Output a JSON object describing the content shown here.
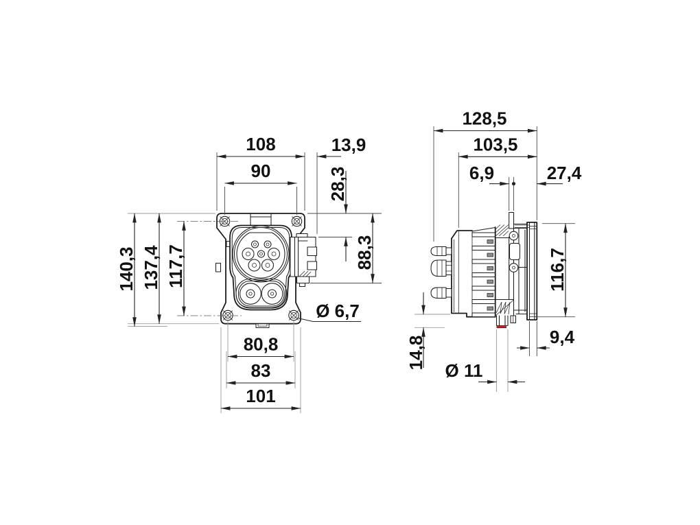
{
  "dims": {
    "front": {
      "width_top": "108",
      "lock_protrusion": "13,9",
      "hole_spacing_top": "90",
      "lock_top_offset": "28,3",
      "lock_bottom_offset": "88,3",
      "height_overall": "140,3",
      "height_flange": "137,4",
      "hole_spacing_vertical": "117,7",
      "hole_diameter": "Ø 6,7",
      "hole_spacing_bottom": "80,8",
      "width_lower": "83",
      "width_bottom": "101"
    },
    "side": {
      "depth_overall": "128,5",
      "depth_body": "103,5",
      "lock_pin_width": "6,9",
      "front_offset": "27,4",
      "body_height": "116,7",
      "flange_thickness": "9,4",
      "drain_diameter": "Ø 11",
      "drain_height": "14,8"
    }
  },
  "colors": {
    "line": "#1c1c1c",
    "dimension": "#222222",
    "extension": "#9a9a9a",
    "accent_red": "#c42127",
    "background": "#ffffff"
  }
}
